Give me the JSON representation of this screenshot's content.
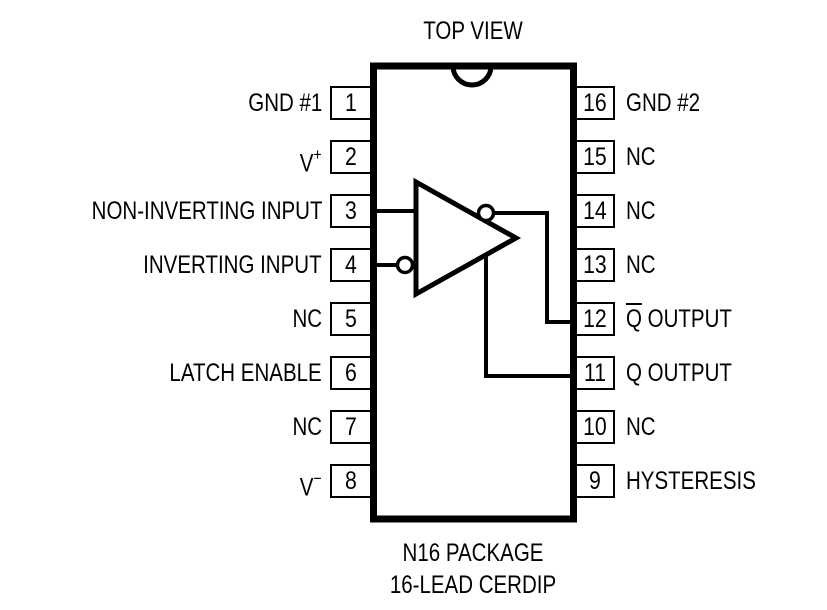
{
  "title": "TOP VIEW",
  "package": {
    "line1": "N16 PACKAGE",
    "line2": "16-LEAD CERDIP"
  },
  "left_pins": [
    {
      "number": "1",
      "label": "GND #1"
    },
    {
      "number": "2",
      "label": "V",
      "superscript": "+"
    },
    {
      "number": "3",
      "label": "NON-INVERTING INPUT"
    },
    {
      "number": "4",
      "label": "INVERTING INPUT"
    },
    {
      "number": "5",
      "label": "NC"
    },
    {
      "number": "6",
      "label": "LATCH ENABLE"
    },
    {
      "number": "7",
      "label": "NC"
    },
    {
      "number": "8",
      "label": "V",
      "superscript": "−"
    }
  ],
  "right_pins": [
    {
      "number": "16",
      "label": "GND #2"
    },
    {
      "number": "15",
      "label": "NC"
    },
    {
      "number": "14",
      "label": "NC"
    },
    {
      "number": "13",
      "label": "NC"
    },
    {
      "number": "12",
      "label_overbar": "Q",
      "label": " OUTPUT"
    },
    {
      "number": "11",
      "label": "Q OUTPUT"
    },
    {
      "number": "10",
      "label": "NC"
    },
    {
      "number": "9",
      "label": "HYSTERESIS"
    }
  ],
  "symbol": {
    "type": "comparator",
    "inverted_input_pin": "4",
    "noninverted_input_pin": "3",
    "inverted_output_pin": "12",
    "output_pin": "11"
  }
}
